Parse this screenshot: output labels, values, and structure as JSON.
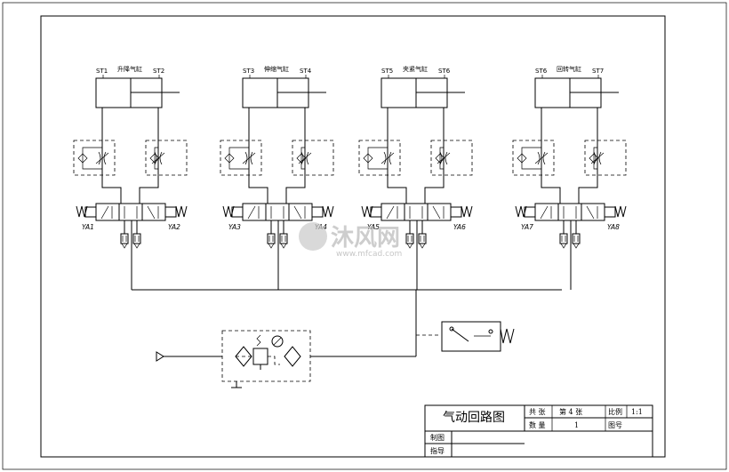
{
  "units": [
    {
      "sensors": [
        "ST1",
        "ST2"
      ],
      "cylinder_label": "升降气缸",
      "valve_left": "YA1",
      "valve_right": "YA2"
    },
    {
      "sensors": [
        "ST3",
        "ST4"
      ],
      "cylinder_label": "伸缩气缸",
      "valve_left": "YA3",
      "valve_right": "YA4"
    },
    {
      "sensors": [
        "ST5",
        "ST6"
      ],
      "cylinder_label": "夹紧气缸",
      "valve_left": "YA5",
      "valve_right": "YA6"
    },
    {
      "sensors": [
        "ST6",
        "ST7"
      ],
      "cylinder_label": "回转气缸",
      "valve_left": "YA7",
      "valve_right": "YA8"
    }
  ],
  "title_block": {
    "drawing_title": "气动回路图",
    "total_label": "共 张",
    "sheet_label": "第 4 张",
    "scale_label": "比例",
    "scale_value": "1:1",
    "quantity_label": "数 量",
    "quantity_value": "1",
    "drawing_no_label": "图号",
    "drawn_by_label": "制图",
    "approved_by_label": "指导"
  },
  "watermark": {
    "text": "沐风网",
    "url": "www.mfcad.com"
  }
}
